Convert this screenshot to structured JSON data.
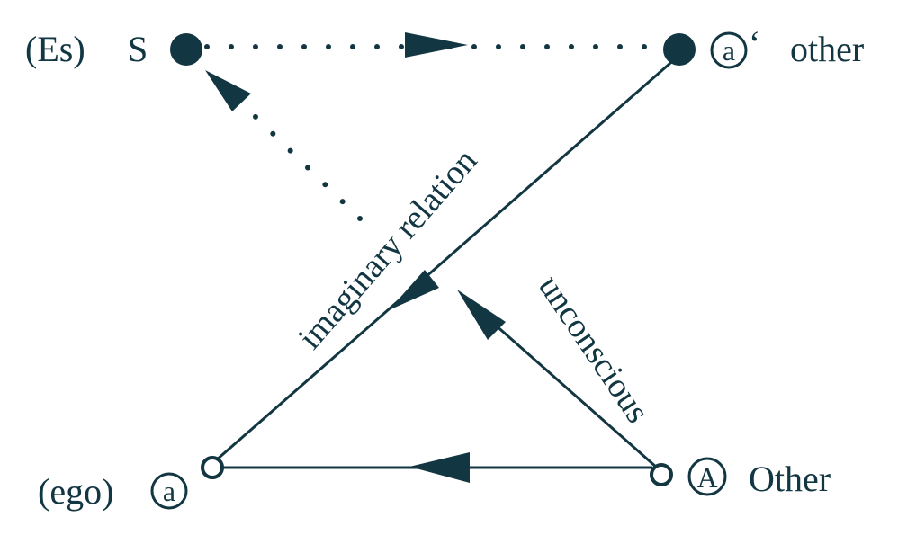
{
  "color": "#123642",
  "nodes": {
    "S": {
      "prefix": "(Es)",
      "symbol": "S"
    },
    "a_prime": {
      "symbol": "a",
      "prime": "‘",
      "label": "other"
    },
    "a": {
      "prefix": "(ego)",
      "symbol": "a"
    },
    "A": {
      "symbol": "A",
      "label": "Other"
    }
  },
  "edges": {
    "imaginary": "imaginary relation",
    "unconscious": "unconscious"
  }
}
